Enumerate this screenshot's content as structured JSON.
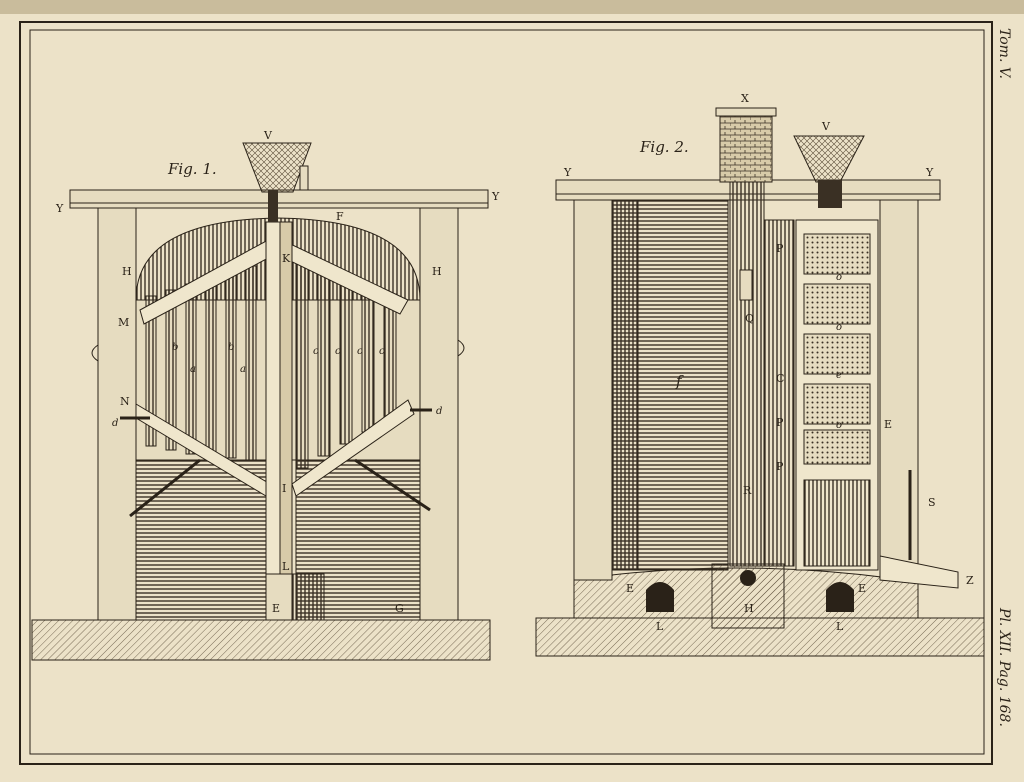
{
  "plate": {
    "volume": "Tom. V.",
    "plate_ref": "Pl. XII. Pag. 168."
  },
  "fig1": {
    "title": "Fig. 1.",
    "labels": {
      "V": "V",
      "Y": "Y",
      "F": "F",
      "H": "H",
      "K": "K",
      "M": "M",
      "N": "N",
      "d": "d",
      "I": "I",
      "L": "L",
      "E": "E",
      "G": "G",
      "b": "b",
      "a": "a",
      "c": "c"
    }
  },
  "fig2": {
    "title": "Fig. 2.",
    "labels": {
      "X": "X",
      "V": "V",
      "Y": "Y",
      "P": "P",
      "Q": "Q",
      "C": "C",
      "R": "R",
      "f": "f",
      "o": "o",
      "e": "e",
      "E": "E",
      "S": "S",
      "Z": "Z",
      "H": "H",
      "L": "L"
    }
  },
  "colors": {
    "paper": "#ece2c8",
    "ink": "#2a2218",
    "shade": "#8a7a60"
  }
}
